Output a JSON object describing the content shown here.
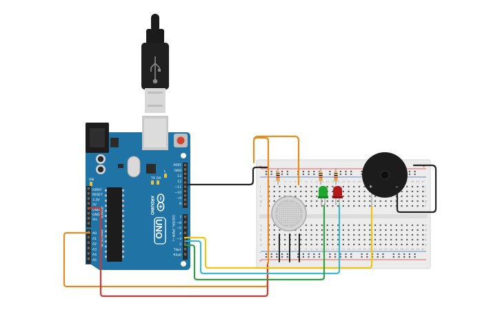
{
  "board": {
    "logo_text": "ARDUINO",
    "model": "UNO",
    "on_label": "ON",
    "power_label": "POWER",
    "analog_label": "ANALOG IN",
    "digital_label": "DIGITAL (PWM~)",
    "tx_label": "TX",
    "rx_label": "RX",
    "l_label": "L",
    "power_pins": [
      "IOREF",
      "RESET",
      "3.3V",
      "5V",
      "GND",
      "GND",
      "Vin"
    ],
    "analog_pins": [
      "A0",
      "A1",
      "A2",
      "A3",
      "A4",
      "A5"
    ],
    "digital_top": [
      "AREF",
      "GND",
      "13",
      "12",
      "~11",
      "~10",
      "~9",
      "8"
    ],
    "digital_bottom": [
      "7",
      "~6",
      "~5",
      "4",
      "~3",
      "2",
      "TX▸1",
      "RX◂0"
    ]
  },
  "breadboard": {
    "plus": "+",
    "minus": "-",
    "letters_top": [
      "j",
      "i",
      "h",
      "g",
      "f"
    ],
    "letters_bottom": [
      "e",
      "d",
      "c",
      "b",
      "a"
    ],
    "columns": [
      "1",
      "2",
      "3",
      "4",
      "5",
      "6",
      "7",
      "8",
      "9",
      "10",
      "11",
      "12",
      "13",
      "14",
      "15",
      "16",
      "17",
      "18",
      "19",
      "20",
      "21",
      "22",
      "23",
      "24",
      "25",
      "26",
      "27",
      "28",
      "29",
      "30"
    ]
  },
  "buzzer": {
    "plus": "+",
    "minus": "-"
  },
  "components": {
    "resistor_count": 3,
    "led_colors": [
      "#1fa52b",
      "#b1191b"
    ],
    "wire_colors": {
      "orange": "#e88b1f",
      "red": "#d8342b",
      "black": "#222222",
      "green": "#2ea043",
      "cyan": "#3ab6cf",
      "yellow": "#f1c40f"
    },
    "board_color": "#1f73a5",
    "header_color": "#2b2b2b"
  }
}
